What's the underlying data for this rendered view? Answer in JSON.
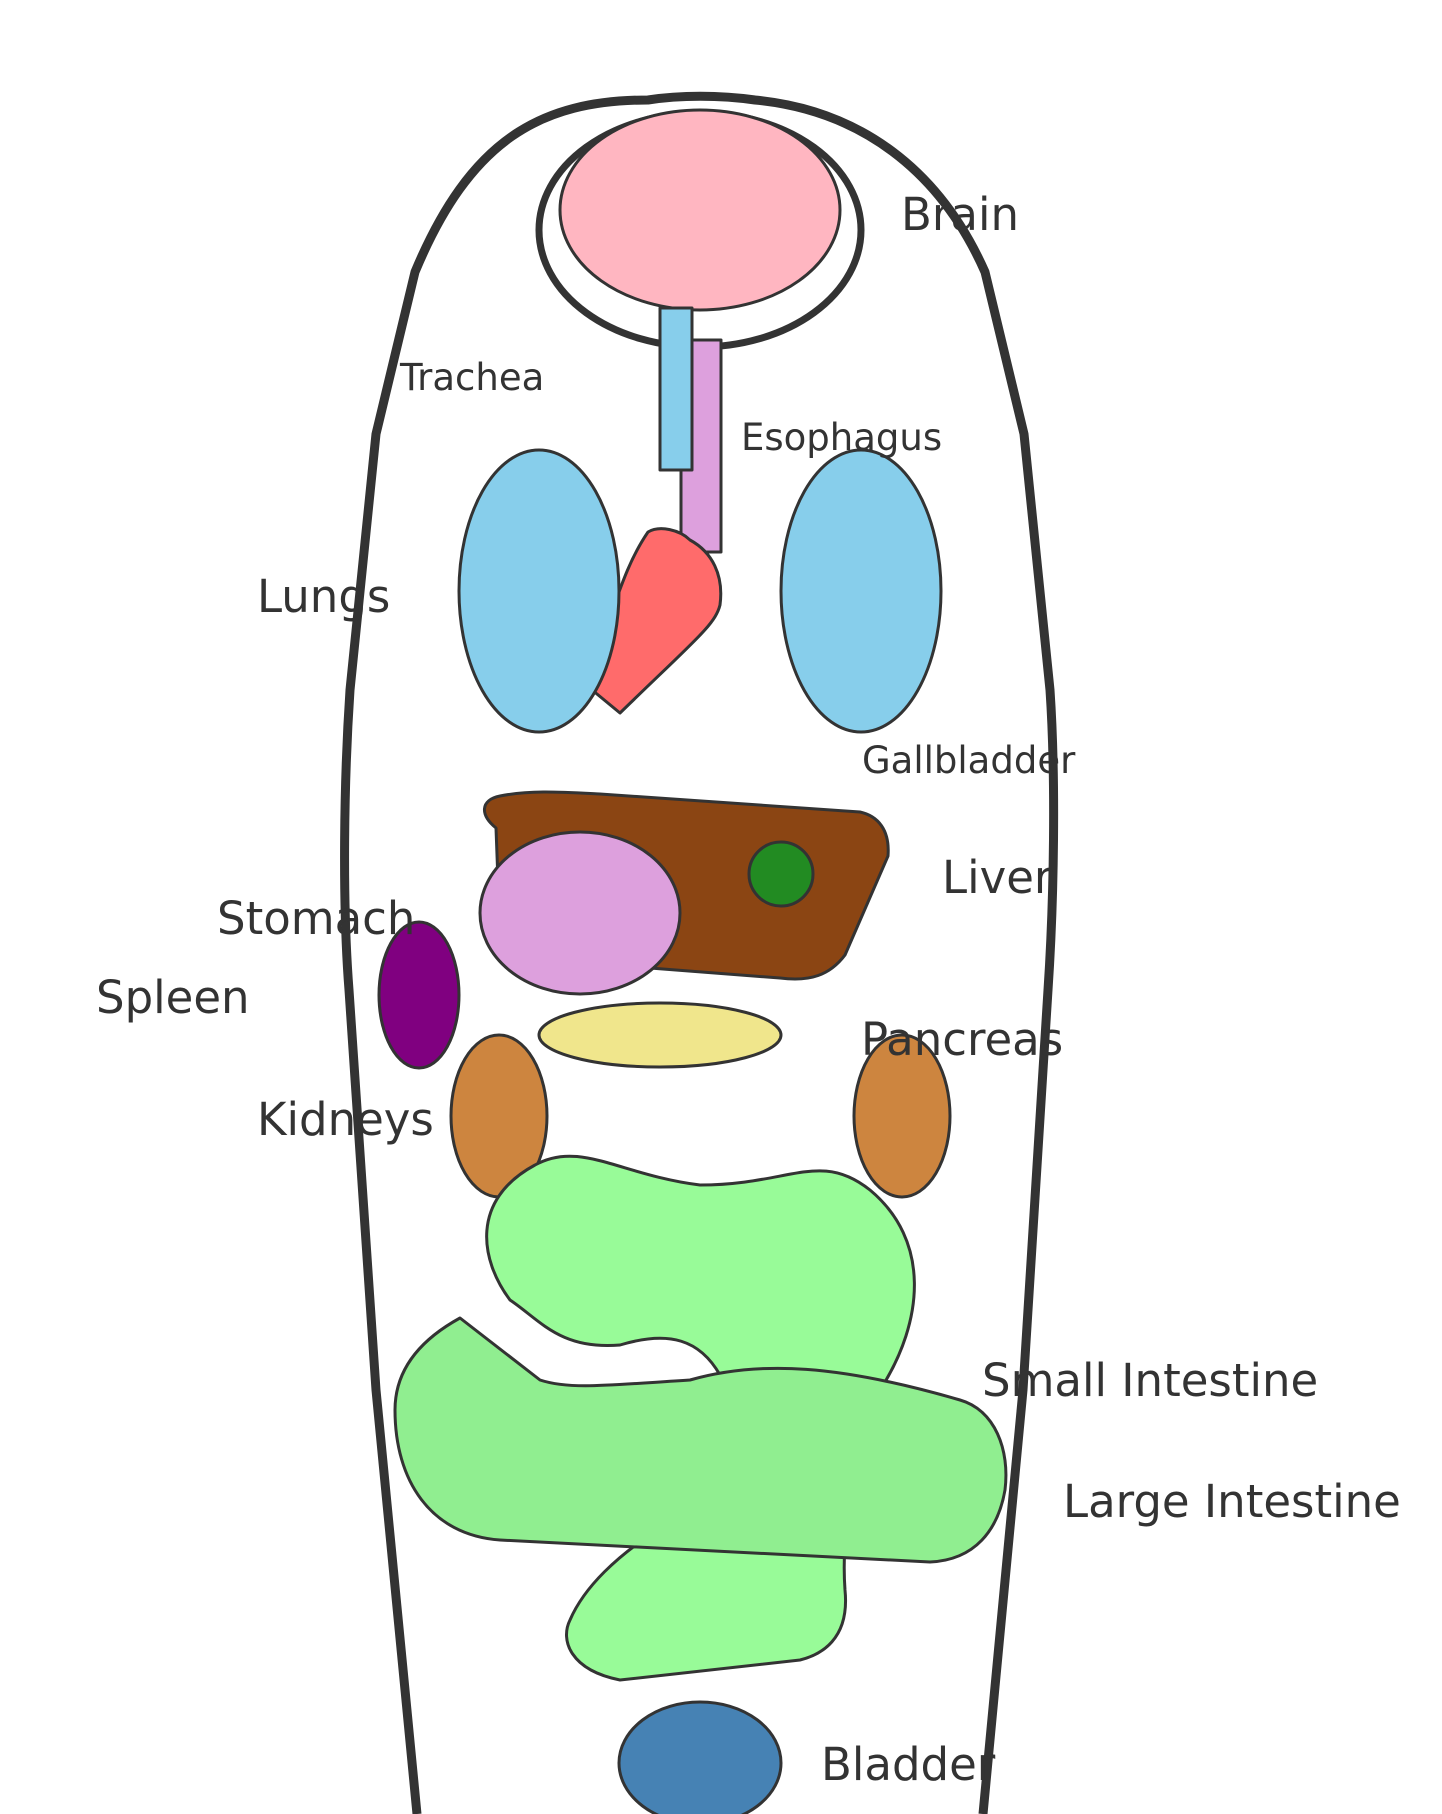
{
  "labels": {
    "brain": "Brain",
    "trachea": "Trachea",
    "esophagus": "Esophagus",
    "lungs": "Lungs",
    "gallbladder": "Gallbladder",
    "liver": "Liver",
    "stomach": "Stomach",
    "spleen": "Spleen",
    "pancreas": "Pancreas",
    "kidneys": "Kidneys",
    "small_intestine": "Small Intestine",
    "large_intestine": "Large Intestine",
    "bladder": "Bladder"
  },
  "colors": {
    "outline": "#333333",
    "brain": "#FFB6C1",
    "trachea": "#87CEEB",
    "esophagus": "#DDA0DD",
    "lungs": "#87CEEB",
    "heart": "#FF6B6B",
    "liver": "#8B4513",
    "gallbladder": "#228B22",
    "stomach": "#DDA0DD",
    "spleen": "#800080",
    "pancreas": "#F0E68C",
    "kidneys": "#CD853F",
    "small_intestine": "#98FB98",
    "large_intestine": "#90EE90",
    "bladder": "#4682B4"
  }
}
